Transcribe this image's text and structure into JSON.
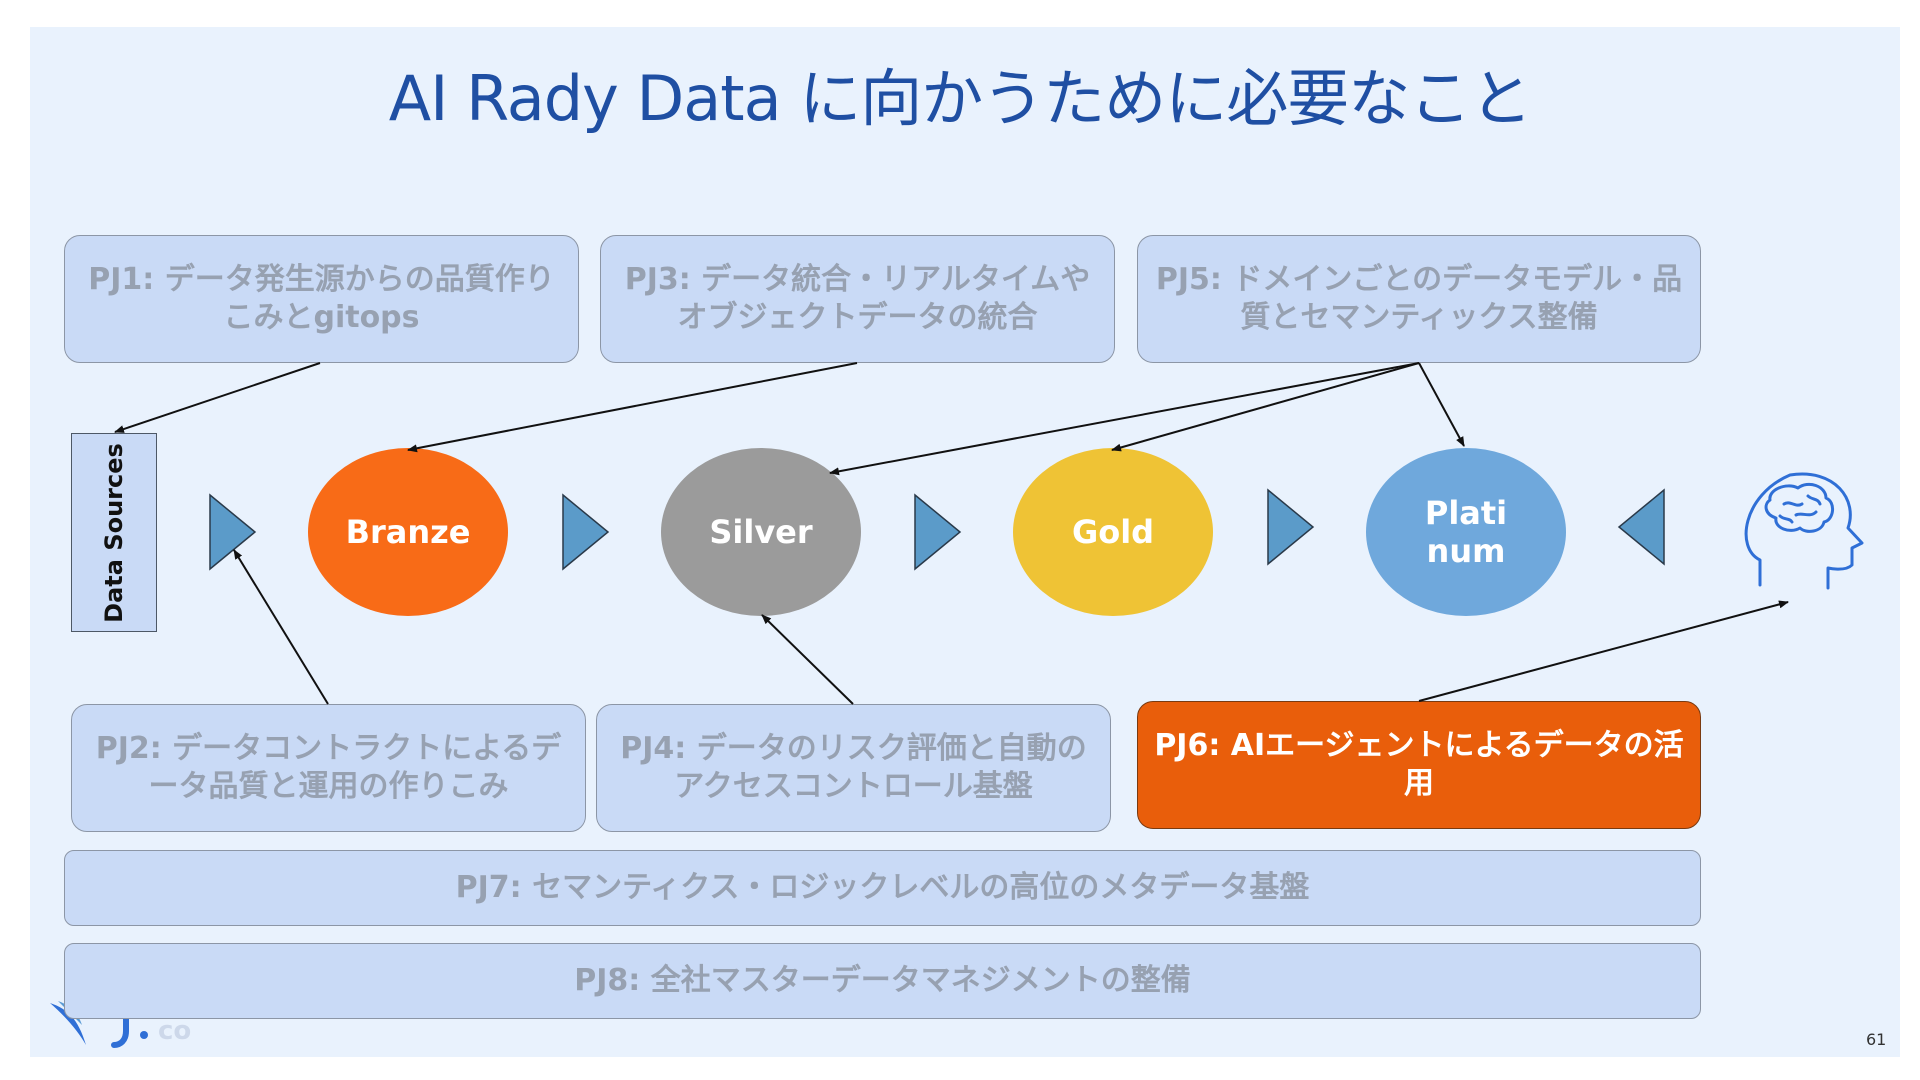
{
  "title": "AI Rady Data に向かうために必要なこと",
  "page_number": "61",
  "data_sources_label": "Data Sources",
  "stages": [
    {
      "label": "Branze",
      "color": "#f86b17"
    },
    {
      "label": "Silver",
      "color": "#9b9b9b"
    },
    {
      "label": "Gold",
      "color": "#efc335"
    },
    {
      "label": "Plati\nnum",
      "color": "#6fa8dc"
    }
  ],
  "colors": {
    "background": "#e9f2fd",
    "title": "#1f4fa3",
    "box_fill": "#c9daf6",
    "box_text": "#97a1b1",
    "highlight_fill": "#e95e0b",
    "arrowhead": "#5b9bc9",
    "ai_icon": "#2f6fd6"
  },
  "projects": {
    "pj1": "PJ1: データ発生源からの品質作りこみとgitops",
    "pj2": "PJ2: データコントラクトによるデータ品質と運用の作りこみ",
    "pj3": "PJ3: データ統合・リアルタイムやオブジェクトデータの統合",
    "pj4": "PJ4: データのリスク評価と自動のアクセスコントロール基盤",
    "pj5": "PJ5: ドメインごとのデータモデル・品質とセマンティックス整備",
    "pj6": "PJ6: AIエージェントによるデータの活用",
    "pj7": "PJ7: セマンティクス・ロジックレベルの高位のメタデータ基盤",
    "pj8": "PJ8: 全社マスターデータマネジメントの整備"
  },
  "ai_icon": "brain-head-icon",
  "logo_icon": "bird-logo-icon"
}
